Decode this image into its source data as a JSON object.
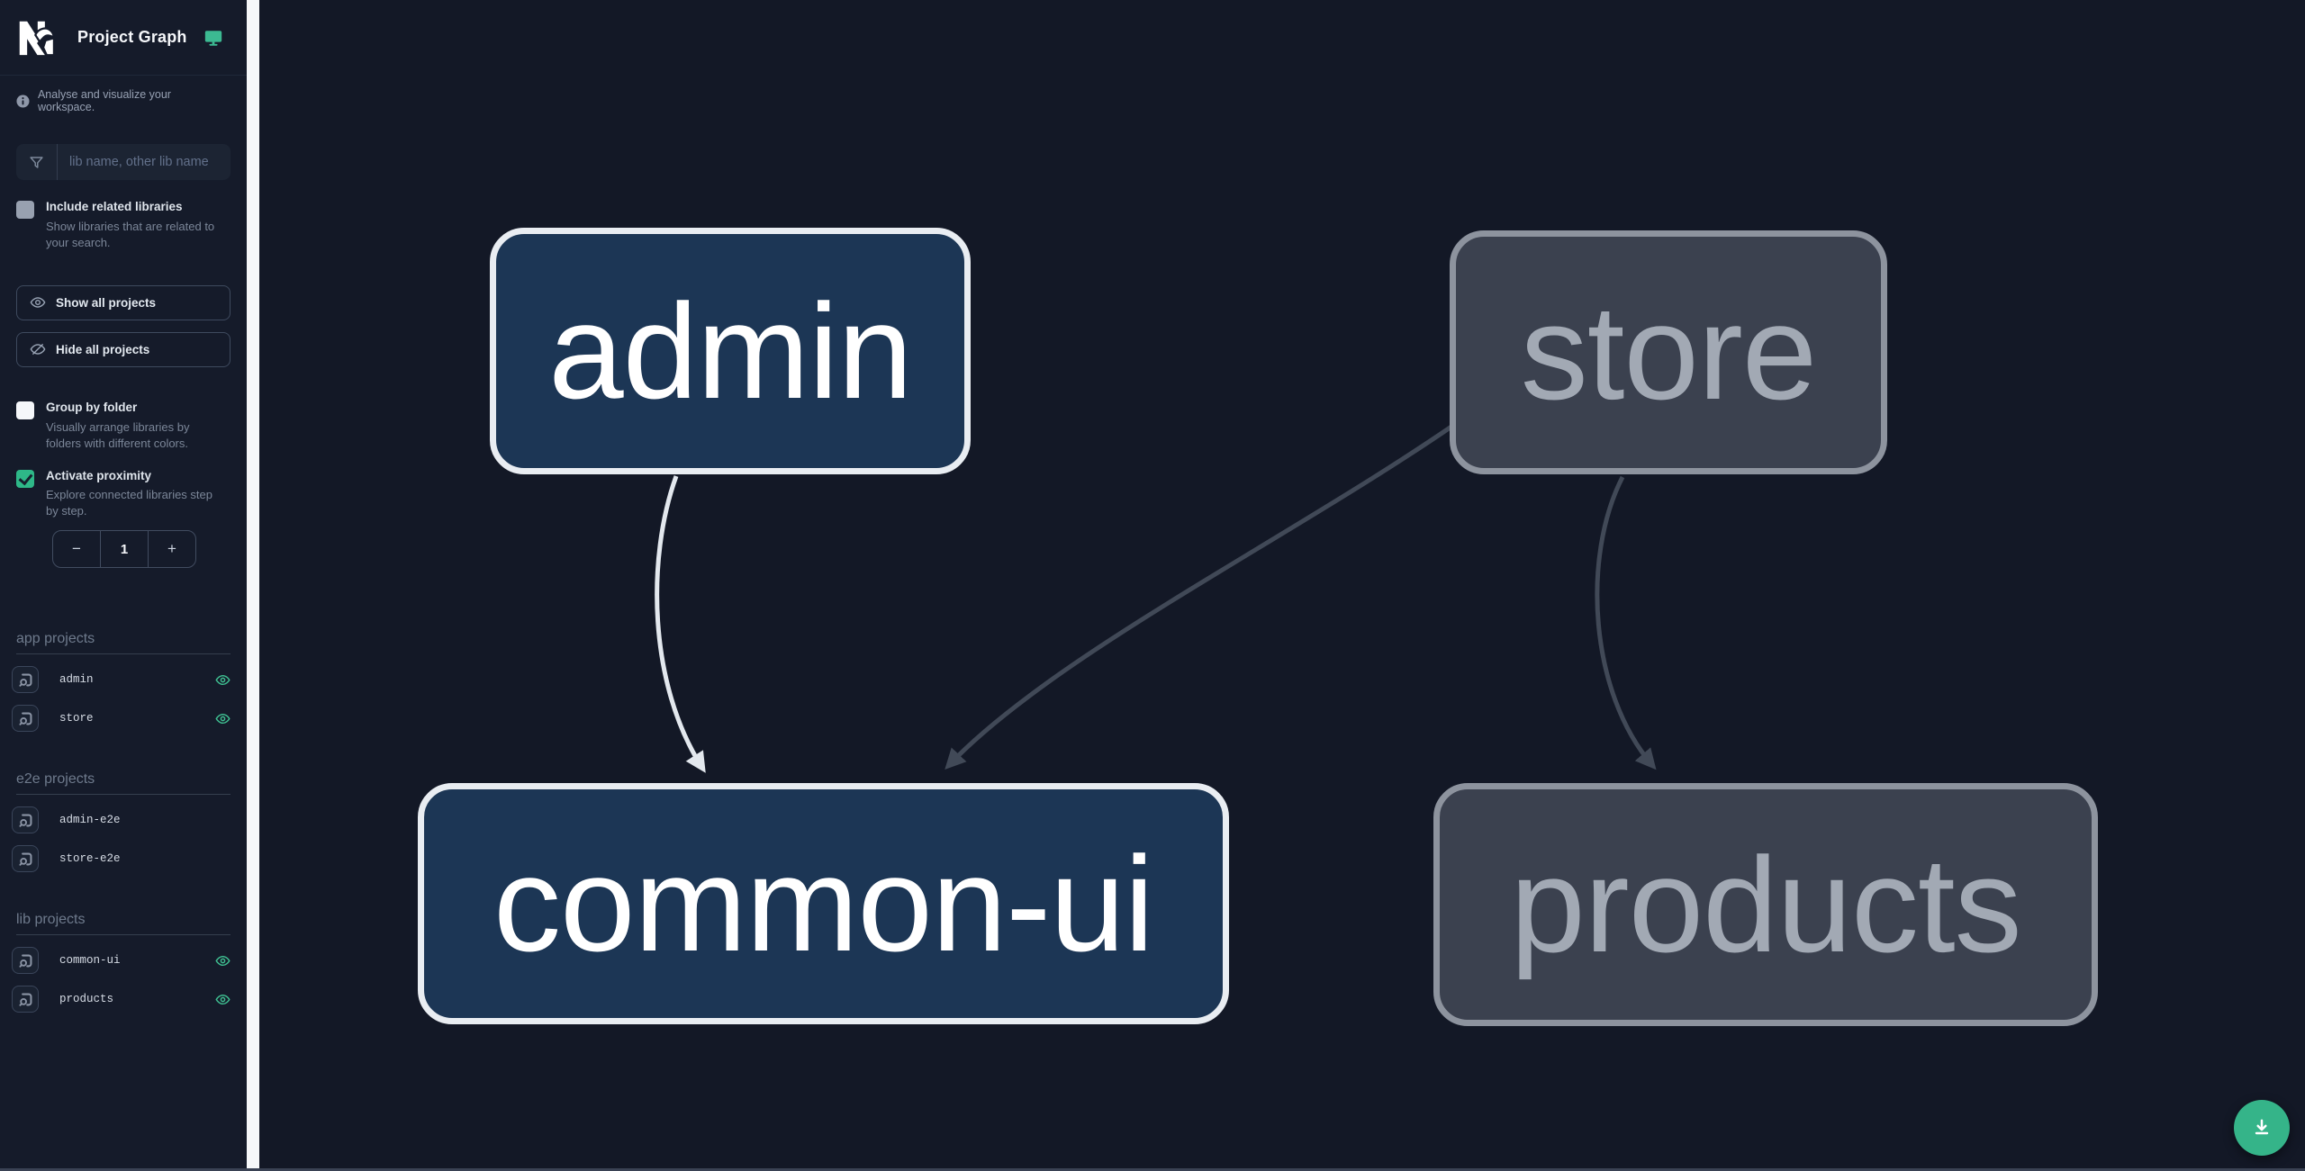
{
  "colors": {
    "accent": "#35b489",
    "eye_green": "#3fc092",
    "node_focused_fill": "#1c3655",
    "node_focused_border": "#e9edf2",
    "node_focused_text": "#ffffff",
    "node_unfocused_fill": "#3b414f",
    "node_unfocused_border": "#8d939e",
    "node_unfocused_text": "#a2a9b4",
    "edge_light": "#e3e8ee",
    "edge_dark": "#414957"
  },
  "header": {
    "title": "Project Graph"
  },
  "sidebar": {
    "tagline": "Analyse and visualize your workspace.",
    "filter": {
      "placeholder": "lib name, other lib name",
      "value": ""
    },
    "include_related": {
      "label": "Include related libraries",
      "desc": "Show libraries that are related to your search.",
      "checked": false
    },
    "show_all_label": "Show all projects",
    "hide_all_label": "Hide all projects",
    "group_by_folder": {
      "label": "Group by folder",
      "desc": "Visually arrange libraries by folders with different colors.",
      "checked": false
    },
    "activate_proximity": {
      "label": "Activate proximity",
      "desc": "Explore connected libraries step by step.",
      "checked": true
    },
    "proximity_stepper": {
      "minus": "−",
      "value": "1",
      "plus": "+"
    },
    "sections": [
      {
        "title": "app projects",
        "items": [
          {
            "name": "admin",
            "eye": true
          },
          {
            "name": "store",
            "eye": true
          }
        ]
      },
      {
        "title": "e2e projects",
        "items": [
          {
            "name": "admin-e2e",
            "eye": false
          },
          {
            "name": "store-e2e",
            "eye": false
          }
        ]
      },
      {
        "title": "lib projects",
        "items": [
          {
            "name": "common-ui",
            "eye": true
          },
          {
            "name": "products",
            "eye": true
          }
        ]
      }
    ]
  },
  "graph": {
    "nodes": [
      {
        "id": "admin",
        "label": "admin",
        "focused": true
      },
      {
        "id": "store",
        "label": "store",
        "focused": false
      },
      {
        "id": "common-ui",
        "label": "common-ui",
        "focused": true
      },
      {
        "id": "products",
        "label": "products",
        "focused": false
      }
    ],
    "edges": [
      {
        "from": "admin",
        "to": "common-ui",
        "style": "light"
      },
      {
        "from": "store",
        "to": "common-ui",
        "style": "dark"
      },
      {
        "from": "store",
        "to": "products",
        "style": "dark"
      }
    ]
  },
  "fab": {
    "icon": "download-icon"
  }
}
